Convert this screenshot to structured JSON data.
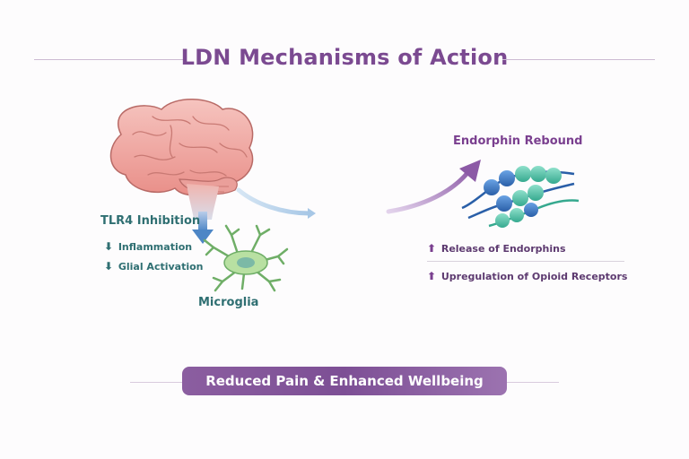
{
  "title": "LDN Mechanisms of Action",
  "left": {
    "heading": "TLR4 Inhibition",
    "items": [
      {
        "arrow": "⬇",
        "text": "Inflammation"
      },
      {
        "arrow": "⬇",
        "text": "Glial Activation"
      }
    ],
    "cell_label": "Microglia"
  },
  "right": {
    "heading": "Endorphin Rebound",
    "items": [
      {
        "arrow": "⬆",
        "text": "Release of Endorphins"
      },
      {
        "arrow": "⬆",
        "text": "Upregulation of Opioid Receptors"
      }
    ]
  },
  "banner": "Reduced Pain & Enhanced Wellbeing",
  "colors": {
    "title": "#7b4a91",
    "teal": "#2f6f72",
    "purple": "#7a3f8f",
    "brain": "#f0a7a2",
    "microglia": "#a6d28f"
  }
}
